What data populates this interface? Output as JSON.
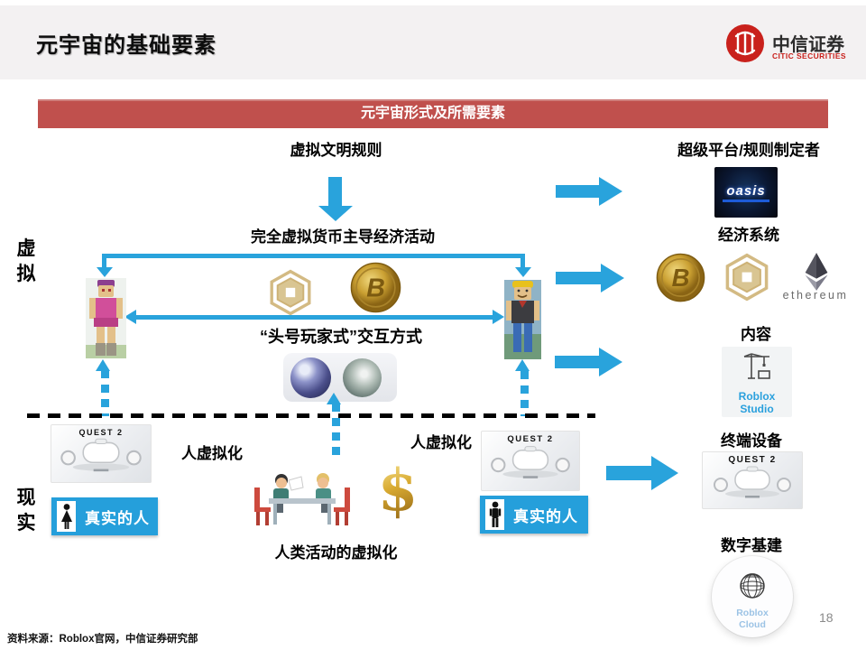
{
  "header": {
    "title": "元宇宙的基础要素",
    "logo_zh": "中信证券",
    "logo_en": "CITIC SECURITIES"
  },
  "banner": {
    "title": "元宇宙形式及所需要素"
  },
  "axis": {
    "virtual": "虚\n拟",
    "real": "现\n实"
  },
  "flow": {
    "rules_label": "虚拟文明规则",
    "economy_label": "完全虚拟货币主导经济活动",
    "interaction_label": "“头号玩家式”交互方式",
    "virtualization_left": "人虚拟化",
    "virtualization_right": "人虚拟化",
    "human_activity_label": "人类活动的虚拟化",
    "real_person_left": "真实的人",
    "real_person_right": "真实的人",
    "quest_label_left": "QUEST 2",
    "quest_label_right": "QUEST 2",
    "dollar": "$"
  },
  "right_column": {
    "platform_label": "超级平台/规则制定者",
    "oasis_text": "oasis",
    "economy_system_label": "经济系统",
    "ethereum_caption": "ethereum",
    "content_label": "内容",
    "studio_caption": "Roblox\nStudio",
    "device_label": "终端设备",
    "quest_label": "QUEST 2",
    "infra_label": "数字基建",
    "cloud_caption": "Roblox\nCloud"
  },
  "icons": {
    "bitcoin_symbol": "B"
  },
  "footer": {
    "source": "资料来源：Roblox官网，中信证券研究部",
    "page": "18"
  },
  "colors": {
    "arrow_blue": "#29A3DC",
    "banner_red": "#C0504D",
    "badge_blue": "#259FDB",
    "citic_red": "#C9211C",
    "coin_gold": "#C9A227",
    "studio_text_blue": "#2AA0DD",
    "cloud_text_blue": "#9CC3E5"
  }
}
